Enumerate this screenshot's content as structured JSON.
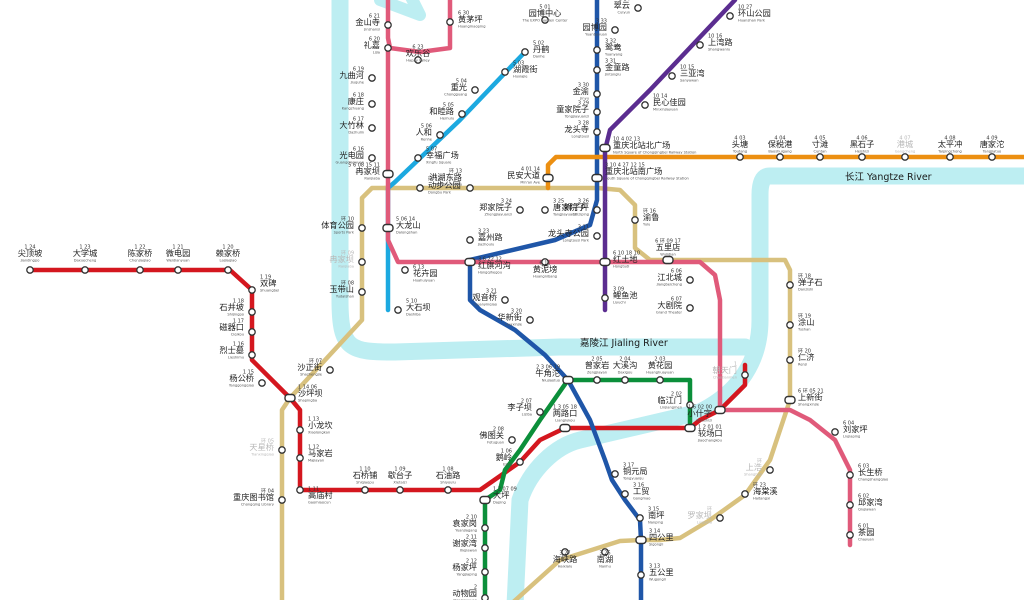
{
  "rivers": {
    "yangtze": {
      "label": "长江 Yangtze River",
      "color": "#bdeef2"
    },
    "jialing": {
      "label": "嘉陵江 Jialing River",
      "color": "#bdeef2"
    }
  },
  "lines": [
    {
      "id": "line1",
      "number": "1",
      "color": "#d4171f"
    },
    {
      "id": "line2",
      "number": "2",
      "color": "#0b8f3a"
    },
    {
      "id": "line3",
      "number": "3",
      "color": "#1f56a8"
    },
    {
      "id": "line4",
      "number": "4",
      "color": "#ec8f11"
    },
    {
      "id": "line5",
      "number": "5",
      "color": "#1ca9e0"
    },
    {
      "id": "line6",
      "number": "6",
      "color": "#e05a7a"
    },
    {
      "id": "line10",
      "number": "10",
      "color": "#5b2d90"
    },
    {
      "id": "loop",
      "number": "环",
      "color": "#d8c17e"
    }
  ],
  "stations": [
    {
      "zh": "尖顶坡",
      "en": "Jiandingpo",
      "num": "1 24"
    },
    {
      "zh": "大学城",
      "en": "Daxuecheng",
      "num": "1 23"
    },
    {
      "zh": "陈家桥",
      "en": "Chenjiaqiao",
      "num": "1 22"
    },
    {
      "zh": "微电园",
      "en": "Weidianyuan",
      "num": "1 21"
    },
    {
      "zh": "赖家桥",
      "en": "Laijiaqiao",
      "num": "1 20"
    },
    {
      "zh": "双碑",
      "en": "Shuangbei",
      "num": "1 19"
    },
    {
      "zh": "石井坡",
      "en": "Shijingpo",
      "num": "1 18"
    },
    {
      "zh": "磁器口",
      "en": "Ciqikou",
      "num": "1 17"
    },
    {
      "zh": "烈士墓",
      "en": "Lieshimu",
      "num": "1 16"
    },
    {
      "zh": "杨公桥",
      "en": "Yanggongqiao",
      "num": "1 15"
    },
    {
      "zh": "沙坪坝",
      "en": "Shapingba",
      "num": "1 14 06"
    },
    {
      "zh": "小龙坎",
      "en": "Xiaolongkan",
      "num": "1 13"
    },
    {
      "zh": "马家岩",
      "en": "Majiayan",
      "num": "1 12"
    },
    {
      "zh": "高庙村",
      "en": "Gaomiaocun",
      "num": "1 11"
    },
    {
      "zh": "石桥铺",
      "en": "Shiqiaopu",
      "num": "1 10"
    },
    {
      "zh": "歇台子",
      "en": "Xietaizi",
      "num": "1 09"
    },
    {
      "zh": "石油路",
      "en": "Shiyoulu",
      "num": "1 08"
    },
    {
      "zh": "大坪",
      "en": "Daping",
      "num": "1 2 07 09"
    },
    {
      "zh": "鹅岭",
      "en": "Eling",
      "num": "1 06"
    },
    {
      "zh": "两路口",
      "en": "Lianglukou",
      "num": "1 3 05 18"
    },
    {
      "zh": "较场口",
      "en": "Jiaochangkou",
      "num": "1 2 01 01"
    },
    {
      "zh": "小什字",
      "en": "Xiaoshizi",
      "num": "1 6 02 00"
    },
    {
      "zh": "朝天门",
      "en": "Chaotianmen",
      "num": "1"
    },
    {
      "zh": "临江门",
      "en": "Linjiangmen",
      "num": "2 02"
    },
    {
      "zh": "黄花园",
      "en": "Huanghuayuan",
      "num": "2 03"
    },
    {
      "zh": "大溪沟",
      "en": "Daxigou",
      "num": "2 04"
    },
    {
      "zh": "曾家岩",
      "en": "Zengjiayan",
      "num": "2 05"
    },
    {
      "zh": "牛角沱",
      "en": "Niujiaotuo",
      "num": "2 3 06 19"
    },
    {
      "zh": "李子坝",
      "en": "Liziba",
      "num": "2 07"
    },
    {
      "zh": "佛图关",
      "en": "Fotuguan",
      "num": "2 08"
    },
    {
      "zh": "袁家岗",
      "en": "Yuanjiagang",
      "num": "2 10"
    },
    {
      "zh": "谢家湾",
      "en": "Xiejiawan",
      "num": "2 11"
    },
    {
      "zh": "杨家坪",
      "en": "Yangjiaping",
      "num": "2 12"
    },
    {
      "zh": "动物园",
      "en": "Dongwuyuan",
      "num": "2"
    },
    {
      "zh": "翠云",
      "en": "Cuiyun",
      "num": "3 34"
    },
    {
      "zh": "园博园",
      "en": "Yuanboyuan",
      "num": "3 33"
    },
    {
      "zh": "鸳鸯",
      "en": "Yuanyang",
      "num": "3 32"
    },
    {
      "zh": "金童路",
      "en": "Jintonglu",
      "num": "3 31"
    },
    {
      "zh": "金渝",
      "en": "Jinyu",
      "num": "3 30"
    },
    {
      "zh": "重光",
      "en": "Chongguang",
      "num": "5 04"
    },
    {
      "zh": "园博中心",
      "en": "The EXPO Garden Center",
      "num": "5 01"
    },
    {
      "zh": "丹鹤",
      "en": "Danhe",
      "num": "5 02"
    },
    {
      "zh": "湖霞街",
      "en": "Huxiajie",
      "num": "5 03"
    },
    {
      "zh": "和睦路",
      "en": "Hemulu",
      "num": "5 05"
    },
    {
      "zh": "人和",
      "en": "Renhe",
      "num": "5 06"
    },
    {
      "zh": "幸福广场",
      "en": "Xingfu Square",
      "num": "5 07"
    },
    {
      "zh": "童家院子",
      "en": "Tongjiayuanzi",
      "num": "3 29"
    },
    {
      "zh": "龙头寺",
      "en": "Longtousi",
      "num": "3 28"
    },
    {
      "zh": "重庆北站北广场",
      "en": "North Square of Chongqingbei Railway Station",
      "num": "10 4 02 13"
    },
    {
      "zh": "重庆北站南广场",
      "en": "South Square of Chongqingbei Railway Station",
      "num": "3 10 4 27 12 15"
    },
    {
      "zh": "狮子坪",
      "en": "Shiziping",
      "num": "3 26"
    },
    {
      "zh": "龙头寺公园",
      "en": "Longtousi Park",
      "num": "3 11"
    },
    {
      "zh": "红土地",
      "en": "Hongtudi",
      "num": "6 10 18 10"
    },
    {
      "zh": "鲤鱼池",
      "en": "Liyuchi",
      "num": "3 09"
    },
    {
      "zh": "红旗河沟",
      "en": "Hongqihegou",
      "num": "3 6 22 12"
    },
    {
      "zh": "黄泥塝",
      "en": "Huangnibang",
      "num": "6 11"
    },
    {
      "zh": "观音桥",
      "en": "Guanyinqiao",
      "num": "3 21"
    },
    {
      "zh": "华新街",
      "en": "Huaxinjie",
      "num": "3 20"
    },
    {
      "zh": "铜元局",
      "en": "Tongyuanju",
      "num": "3 17"
    },
    {
      "zh": "工贸",
      "en": "Gongmao",
      "num": "3 16"
    },
    {
      "zh": "南坪",
      "en": "Nanping",
      "num": "3 15"
    },
    {
      "zh": "四公里",
      "en": "Sigongli",
      "num": "3 14"
    },
    {
      "zh": "五公里",
      "en": "Wugongli",
      "num": "3 13"
    },
    {
      "zh": "海峡路",
      "en": "Haixialu",
      "num": "3 27"
    },
    {
      "zh": "南湖",
      "en": "Nanhu",
      "num": "3 26"
    },
    {
      "zh": "环山公园",
      "en": "Huanshan Park",
      "num": "10 27"
    },
    {
      "zh": "上湾路",
      "en": "Shangwanlu",
      "num": "10 16"
    },
    {
      "zh": "三亚湾",
      "en": "Sanyawan",
      "num": "10 15"
    },
    {
      "zh": "民心佳园",
      "en": "Minxinjiayuan",
      "num": "10 14"
    },
    {
      "zh": "头塘",
      "en": "Toutang",
      "num": "4 03"
    },
    {
      "zh": "保税港",
      "en": "Baoshuigang",
      "num": "4 04"
    },
    {
      "zh": "寸滩",
      "en": "Cuntan",
      "num": "4 05"
    },
    {
      "zh": "黑石子",
      "en": "Heishizi",
      "num": "4 06"
    },
    {
      "zh": "港城",
      "en": "Gangcheng",
      "num": "4 07"
    },
    {
      "zh": "太平冲",
      "en": "Taipingchong",
      "num": "4 08"
    },
    {
      "zh": "唐家沱",
      "en": "Tangjiatuo",
      "num": "4 09"
    },
    {
      "zh": "民安大道",
      "en": "Min'an Ave",
      "num": "4 01 14"
    },
    {
      "zh": "洪湖东路",
      "en": "Honghudonglu",
      "num": "环 13"
    },
    {
      "zh": "冉家坝",
      "en": "Ranjiaba",
      "num": "5 6 08 15 11"
    },
    {
      "zh": "光电园",
      "en": "Guangdianyuan",
      "num": "6 16"
    },
    {
      "zh": "大竹林",
      "en": "Dazhulin",
      "num": "6 17"
    },
    {
      "zh": "康庄",
      "en": "Kangzhuang",
      "num": "6 18"
    },
    {
      "zh": "九曲河",
      "en": "Jiuquhe",
      "num": "6 19"
    },
    {
      "zh": "礼嘉",
      "en": "Lijia",
      "num": "6 20"
    },
    {
      "zh": "金山寺",
      "en": "Jinshansi",
      "num": "6 21"
    },
    {
      "zh": "欢乐谷",
      "en": "Happy Valley",
      "num": "6 23"
    },
    {
      "zh": "黄茅坪",
      "en": "Huangmaoping",
      "num": "6 30"
    },
    {
      "zh": "动步公园",
      "en": "Dongbu Park",
      "num": "环 12"
    },
    {
      "zh": "体育公园",
      "en": "Sports Park",
      "num": "环 10"
    },
    {
      "zh": "冉家坝",
      "en": "Ranjiaba",
      "num": "环 09"
    },
    {
      "zh": "玉带山",
      "en": "Yudaishan",
      "num": "环 08"
    },
    {
      "zh": "大龙山",
      "en": "Dalongshan",
      "num": "5 06 14"
    },
    {
      "zh": "花卉园",
      "en": "Huahuiyuan",
      "num": "6 13"
    },
    {
      "zh": "大石坝",
      "en": "Dashiba",
      "num": "5 10"
    },
    {
      "zh": "嘉州路",
      "en": "Jiazhoulu",
      "num": "3 23"
    },
    {
      "zh": "郑家院子",
      "en": "Zhengjiayuanzi",
      "num": "3 24"
    },
    {
      "zh": "唐家院子",
      "en": "Tangjiayuanzi",
      "num": "3 25"
    },
    {
      "zh": "渝鲁",
      "en": "Yulu",
      "num": "环 16"
    },
    {
      "zh": "五里店",
      "en": "Wulidian",
      "num": "6 环 09 17"
    },
    {
      "zh": "江北城",
      "en": "Jiangbeicheng",
      "num": "6 06"
    },
    {
      "zh": "大剧院",
      "en": "Grand Theater",
      "num": "6 07"
    },
    {
      "zh": "弹子石",
      "en": "Danzishi",
      "num": "环 18"
    },
    {
      "zh": "涂山",
      "en": "Tushan",
      "num": "环 19"
    },
    {
      "zh": "仁济",
      "en": "Renji",
      "num": "环 20"
    },
    {
      "zh": "上新街",
      "en": "Shangxinjie",
      "num": "6 环 05 21"
    },
    {
      "zh": "刘家坪",
      "en": "Liujiaping",
      "num": "6 04"
    },
    {
      "zh": "长生桥",
      "en": "Changshengqiao",
      "num": "6 03"
    },
    {
      "zh": "邱家湾",
      "en": "Qiujiawan",
      "num": "6 02"
    },
    {
      "zh": "茶园",
      "en": "Chayuan",
      "num": "6 01"
    },
    {
      "zh": "上浩",
      "en": "Shanghao",
      "num": "环"
    },
    {
      "zh": "海棠溪",
      "en": "Haitangxi",
      "num": "环 23"
    },
    {
      "zh": "罗家坝",
      "en": "Luojiaba",
      "num": "环"
    },
    {
      "zh": "沙正街",
      "en": "Shazhengjie",
      "num": "环 07"
    },
    {
      "zh": "天星桥",
      "en": "Tianxingqiao",
      "num": "环 05"
    },
    {
      "zh": "重庆图书馆",
      "en": "Chongqing Library",
      "num": "环 04"
    }
  ]
}
